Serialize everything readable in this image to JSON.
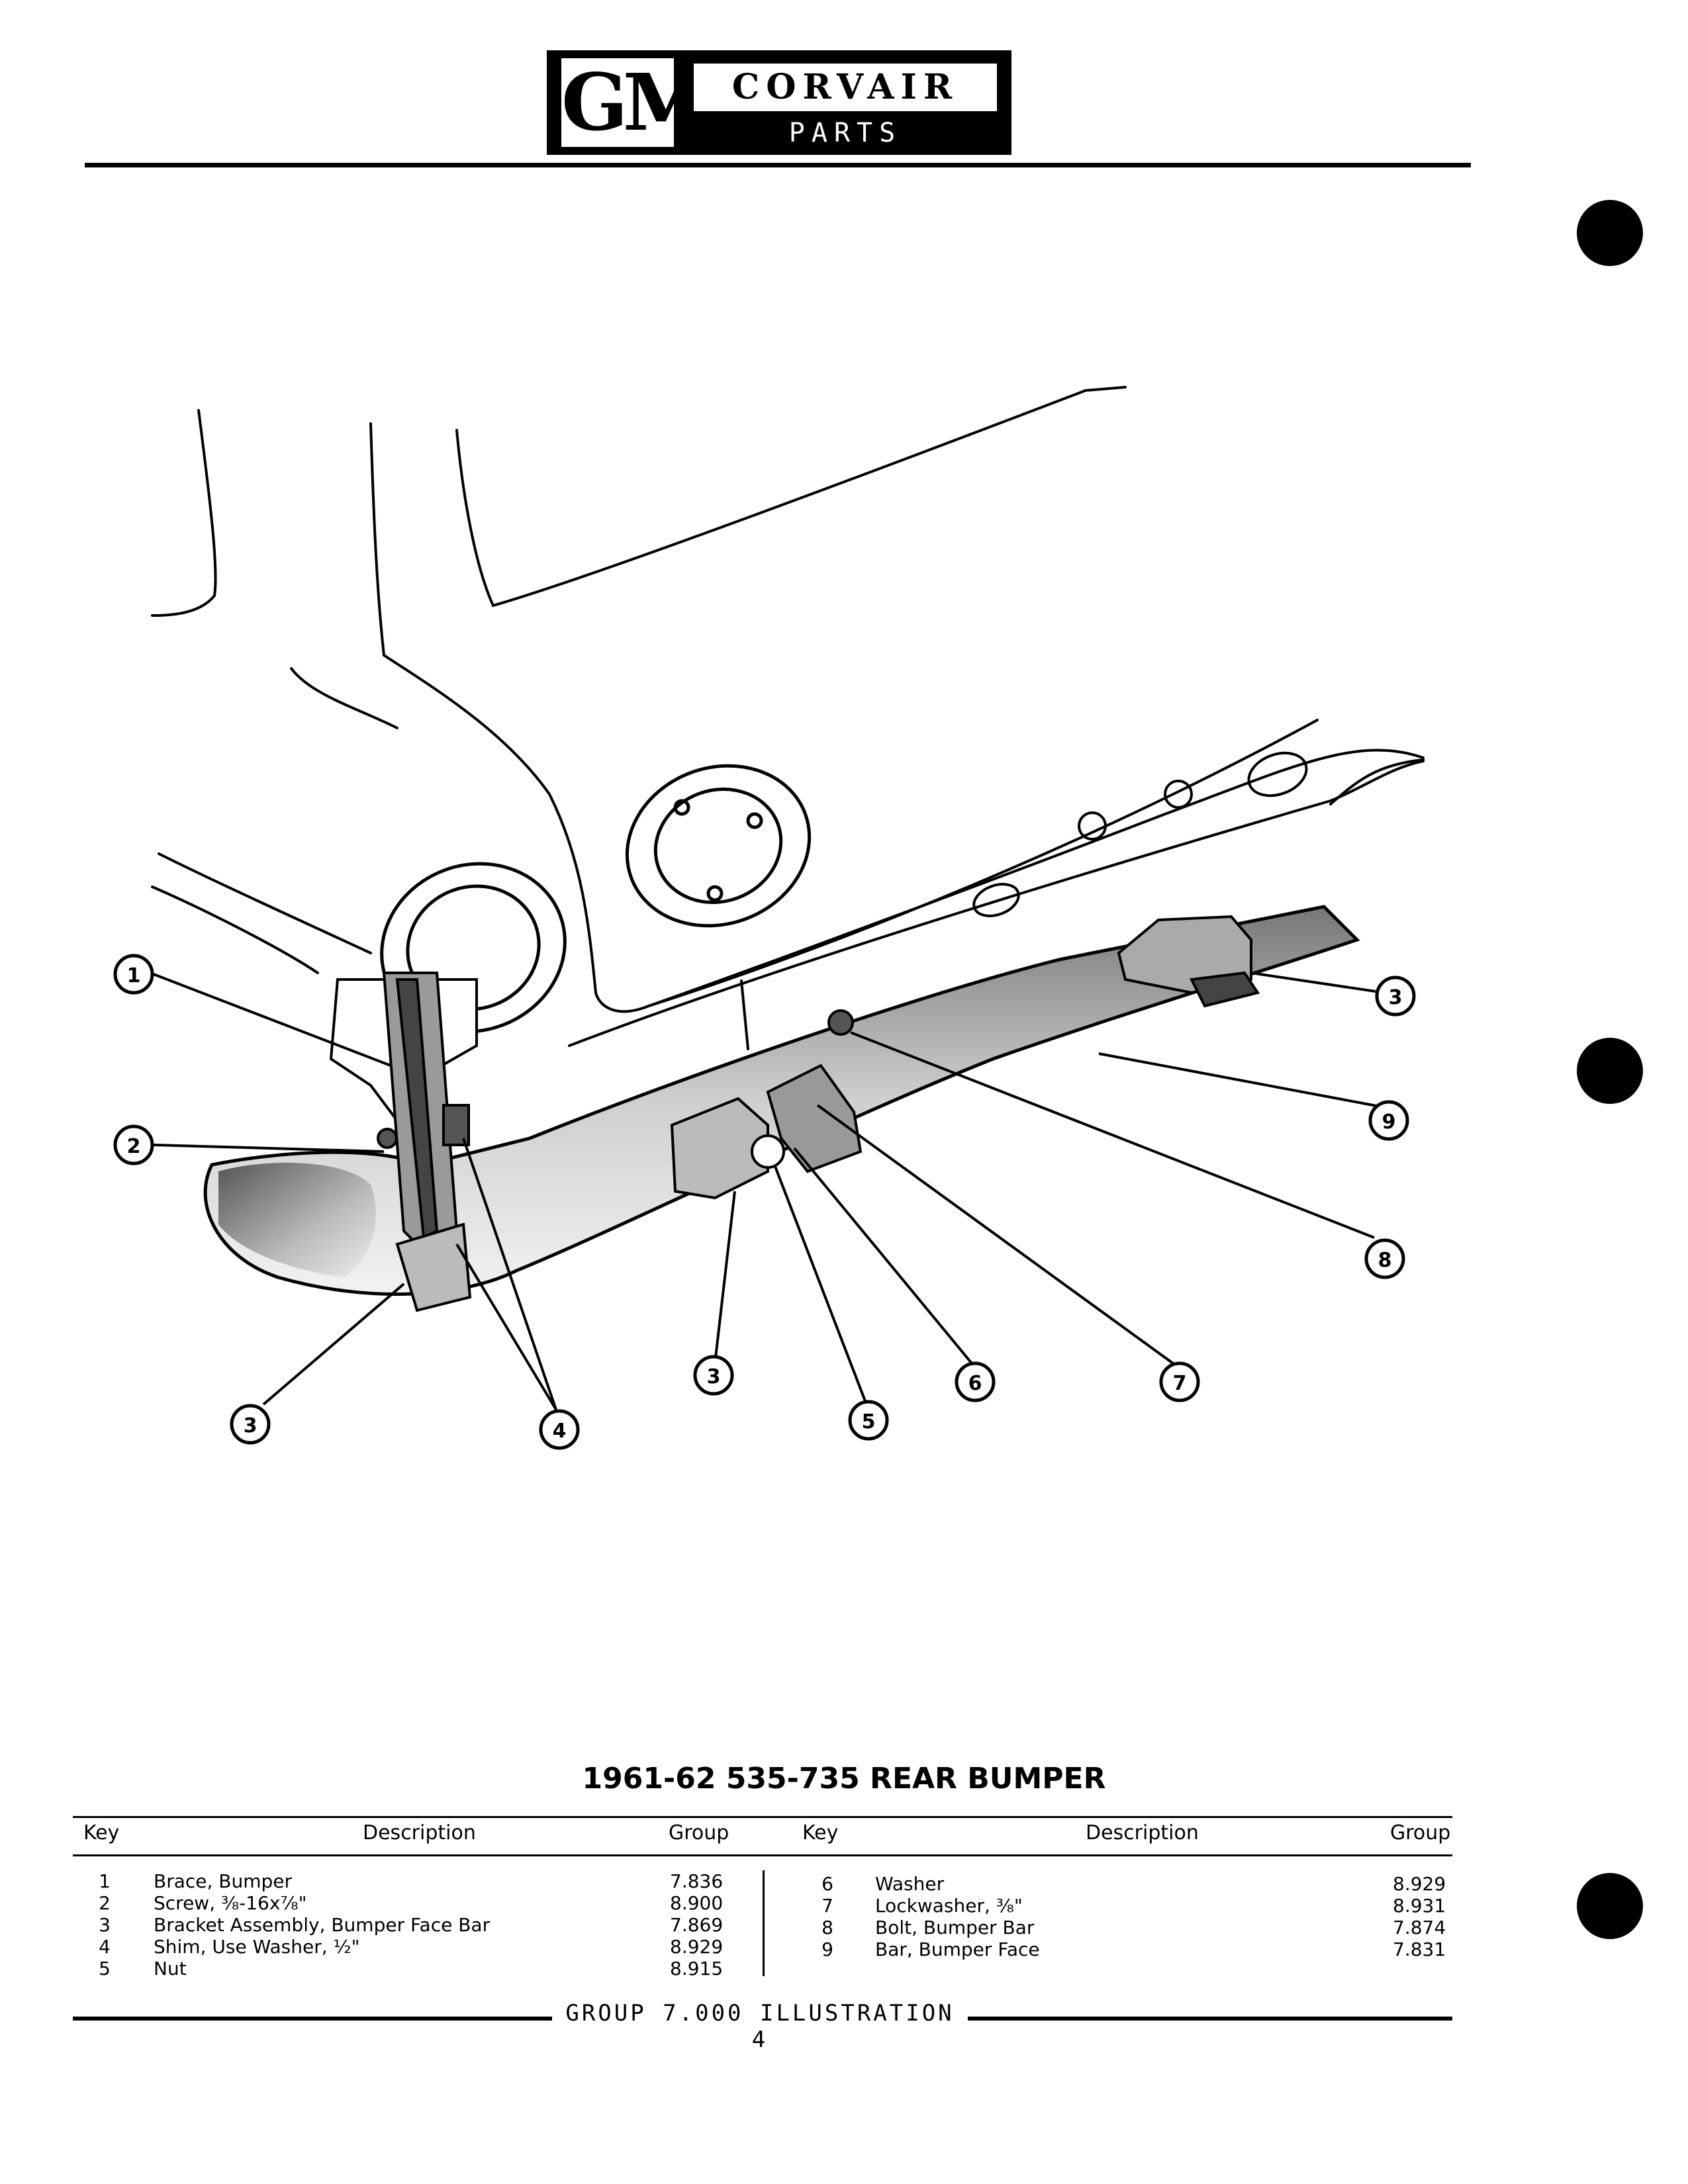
{
  "header": {
    "brand": "GM",
    "title": "CORVAIR",
    "subtitle": "PARTS CATALOGUE"
  },
  "callouts": [
    "1",
    "2",
    "3",
    "4",
    "3",
    "5",
    "6",
    "7",
    "8",
    "9",
    "3"
  ],
  "title": "1961-62 535-735 REAR BUMPER",
  "table": {
    "headers": {
      "key": "Key",
      "description": "Description",
      "group": "Group"
    },
    "left": [
      {
        "key": "1",
        "description": "Brace, Bumper",
        "group": "7.836"
      },
      {
        "key": "2",
        "description": "Screw, ⅜-16x⅞\"",
        "group": "8.900"
      },
      {
        "key": "3",
        "description": "Bracket Assembly, Bumper Face Bar",
        "group": "7.869"
      },
      {
        "key": "4",
        "description": "Shim, Use Washer, ½\"",
        "group": "8.929"
      },
      {
        "key": "5",
        "description": "Nut",
        "group": "8.915"
      }
    ],
    "right": [
      {
        "key": "6",
        "description": "Washer",
        "group": "8.929"
      },
      {
        "key": "7",
        "description": "Lockwasher, ⅜\"",
        "group": "8.931"
      },
      {
        "key": "8",
        "description": "Bolt, Bumper Bar",
        "group": "7.874"
      },
      {
        "key": "9",
        "description": "Bar, Bumper Face",
        "group": "7.831"
      }
    ]
  },
  "footer": "GROUP 7.000 ILLUSTRATION 4"
}
